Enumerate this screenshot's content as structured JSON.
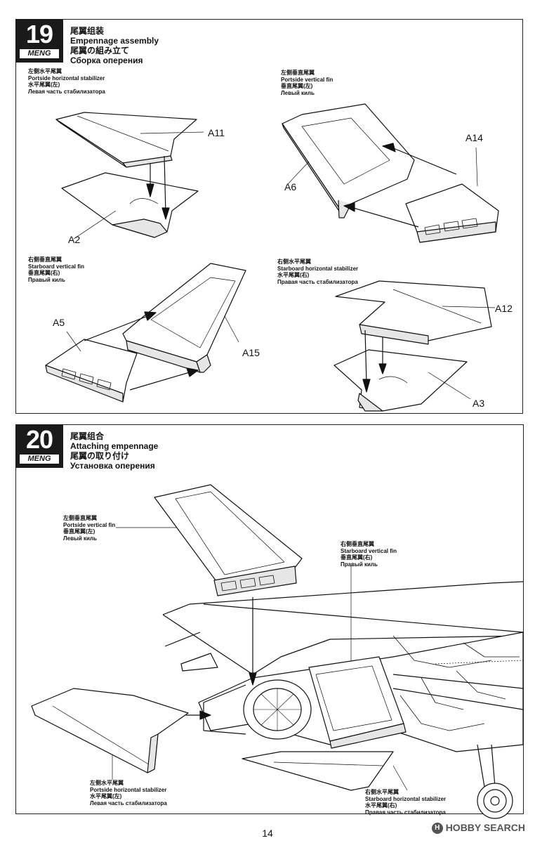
{
  "step19": {
    "number": "19",
    "brand": "MENG",
    "title_zh": "尾翼组装",
    "title_en": "Empennage assembly",
    "title_ja": "尾翼の組み立て",
    "title_ru": "Сборка оперения",
    "sub1": {
      "zh": "左侧水平尾翼",
      "en": "Portside horizontal stabilizer",
      "ja": "水平尾翼(左)",
      "ru": "Левая часть стабилизатора"
    },
    "sub2": {
      "zh": "左侧垂直尾翼",
      "en": "Portside vertical fin",
      "ja": "垂直尾翼(左)",
      "ru": "Левый киль"
    },
    "sub3": {
      "zh": "右侧垂直尾翼",
      "en": "Starboard vertical fin",
      "ja": "垂直尾翼(右)",
      "ru": "Правый киль"
    },
    "sub4": {
      "zh": "右侧水平尾翼",
      "en": "Starboard horizontal stabilizer",
      "ja": "水平尾翼(右)",
      "ru": "Правая часть стабилизатора"
    },
    "parts": {
      "a11": "A11",
      "a2": "A2",
      "a14": "A14",
      "a6": "A6",
      "a5": "A5",
      "a15": "A15",
      "a12": "A12",
      "a3": "A3"
    }
  },
  "step20": {
    "number": "20",
    "brand": "MENG",
    "title_zh": "尾翼组合",
    "title_en": "Attaching empennage",
    "title_ja": "尾翼の取り付け",
    "title_ru": "Установка оперения",
    "lbl1": {
      "zh": "左侧垂直尾翼",
      "en": "Portside vertical fin",
      "ja": "垂直尾翼(左)",
      "ru": "Левый киль"
    },
    "lbl2": {
      "zh": "右侧垂直尾翼",
      "en": "Starboard vertical fin",
      "ja": "垂直尾翼(右)",
      "ru": "Правый киль"
    },
    "lbl3": {
      "zh": "左侧水平尾翼",
      "en": "Portside horizontal stabilizer",
      "ja": "水平尾翼(左)",
      "ru": "Левая часть стабилизатора"
    },
    "lbl4": {
      "zh": "右侧水平尾翼",
      "en": "Starboard horizontal stabilizer",
      "ja": "水平尾翼(右)",
      "ru": "Правая часть стабилизатора"
    }
  },
  "page_number": "14",
  "watermark": "HOBBY SEARCH"
}
